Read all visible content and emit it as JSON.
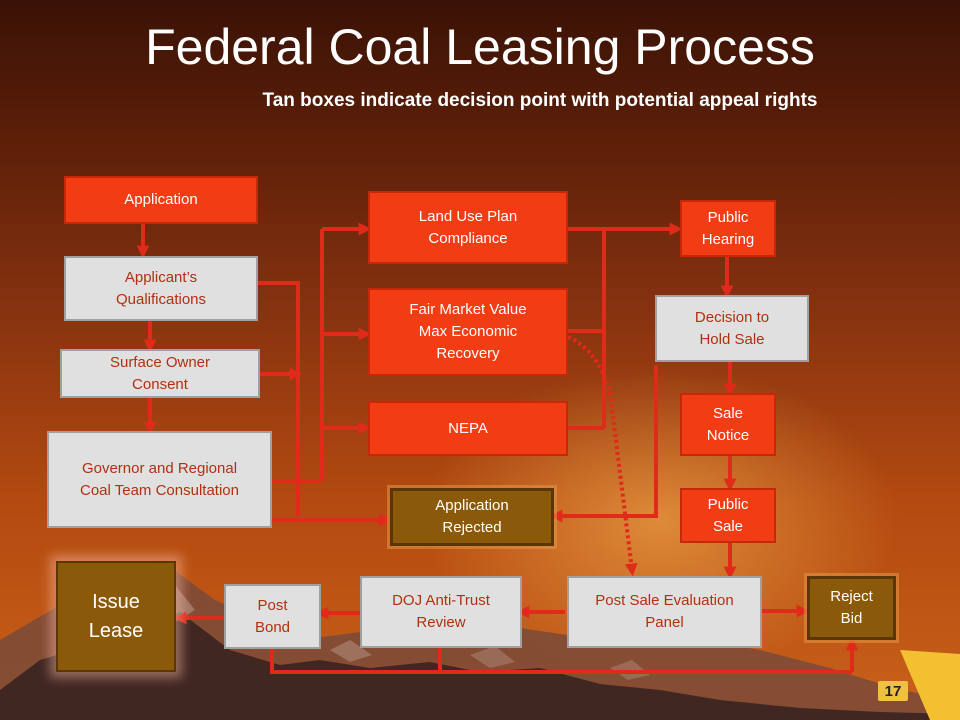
{
  "title": "Federal Coal Leasing Process",
  "subtitle": "Tan boxes indicate decision point with potential appeal rights",
  "page_number": "17",
  "colors": {
    "red_box": "#f23c14",
    "gray_box": "#e0e0e0",
    "gray_text": "#b03010",
    "tan_box": "#8a5a0a",
    "arrow": "#e02a1a"
  },
  "boxes": {
    "application": "Application",
    "applicants_qualifications": "Applicant’s\nQualifications",
    "surface_owner_consent": "Surface Owner\nConsent",
    "governor_consultation": "Governor and Regional\nCoal Team Consultation",
    "land_use_plan": "Land Use Plan\nCompliance",
    "fair_market_value": "Fair Market Value\nMax Economic\nRecovery",
    "nepa": "NEPA",
    "application_rejected": "Application\nRejected",
    "public_hearing": "Public\nHearing",
    "decision_to_hold_sale": "Decision to\nHold Sale",
    "sale_notice": "Sale\nNotice",
    "public_sale": "Public\nSale",
    "post_sale_evaluation": "Post Sale Evaluation\nPanel",
    "doj_review": "DOJ Anti-Trust\nReview",
    "post_bond": "Post\nBond",
    "issue_lease": "Issue\nLease",
    "reject_bid": "Reject\nBid"
  }
}
